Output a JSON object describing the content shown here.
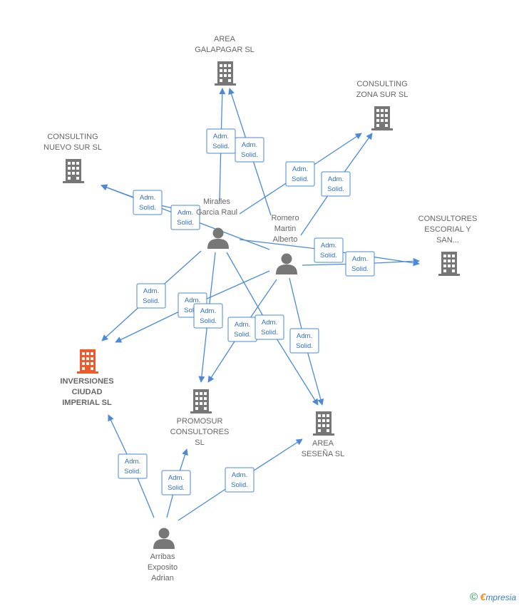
{
  "colors": {
    "edge": "#4a8ad8",
    "company": "#777777",
    "focus_company": "#f0592a",
    "person": "#777777"
  },
  "nodes": [
    {
      "id": "area_galapagar",
      "type": "company",
      "lines": [
        "AREA",
        "GALAPAGAR  SL"
      ]
    },
    {
      "id": "consulting_zona_sur",
      "type": "company",
      "lines": [
        "CONSULTING",
        "ZONA SUR  SL"
      ]
    },
    {
      "id": "consulting_nuevo_sur",
      "type": "company",
      "lines": [
        "CONSULTING",
        "NUEVO SUR  SL"
      ]
    },
    {
      "id": "consultores_escorial",
      "type": "company",
      "lines": [
        "CONSULTORES",
        "ESCORIAL Y",
        "SAN..."
      ]
    },
    {
      "id": "inversiones_ciudad_imperial",
      "type": "company",
      "focus": true,
      "lines": [
        "INVERSIONES",
        "CIUDAD",
        "IMPERIAL  SL"
      ]
    },
    {
      "id": "promosur_consultores",
      "type": "company",
      "lines": [
        "PROMOSUR",
        "CONSULTORES",
        "SL"
      ]
    },
    {
      "id": "area_sesena",
      "type": "company",
      "lines": [
        "AREA",
        "SESEÑA  SL"
      ]
    },
    {
      "id": "miralles",
      "type": "person",
      "lines": [
        "Miralles",
        "Garcia Raul"
      ]
    },
    {
      "id": "romero",
      "type": "person",
      "lines": [
        "Romero",
        "Martin",
        "Alberto"
      ]
    },
    {
      "id": "arribas",
      "type": "person",
      "lines": [
        "Arribas",
        "Exposito",
        "Adrian"
      ]
    }
  ],
  "edge_label": [
    "Adm.",
    "Solid."
  ],
  "edges": [
    {
      "from": "miralles",
      "to": "area_galapagar"
    },
    {
      "from": "romero",
      "to": "area_galapagar"
    },
    {
      "from": "miralles",
      "to": "consulting_zona_sur"
    },
    {
      "from": "romero",
      "to": "consulting_zona_sur"
    },
    {
      "from": "miralles",
      "to": "consulting_nuevo_sur"
    },
    {
      "from": "romero",
      "to": "consulting_nuevo_sur"
    },
    {
      "from": "miralles",
      "to": "consultores_escorial"
    },
    {
      "from": "romero",
      "to": "consultores_escorial"
    },
    {
      "from": "miralles",
      "to": "inversiones_ciudad_imperial"
    },
    {
      "from": "romero",
      "to": "inversiones_ciudad_imperial"
    },
    {
      "from": "miralles",
      "to": "promosur_consultores"
    },
    {
      "from": "romero",
      "to": "promosur_consultores"
    },
    {
      "from": "miralles",
      "to": "area_sesena"
    },
    {
      "from": "romero",
      "to": "area_sesena"
    },
    {
      "from": "arribas",
      "to": "inversiones_ciudad_imperial"
    },
    {
      "from": "arribas",
      "to": "promosur_consultores"
    },
    {
      "from": "arribas",
      "to": "area_sesena"
    }
  ],
  "footer": {
    "copyright": "©",
    "brand_initial": "€",
    "brand_rest": "mpresia"
  }
}
